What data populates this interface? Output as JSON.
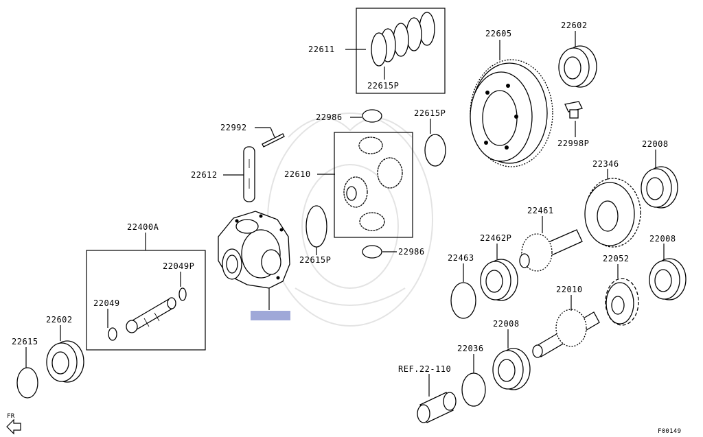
{
  "diagram": {
    "parts": {
      "p22611": "22611",
      "p22615P_top": "22615P",
      "p22605": "22605",
      "p22602_top": "22602",
      "p22986_top": "22986",
      "p22615P_mid": "22615P",
      "p22992": "22992",
      "p22998P": "22998P",
      "p22612": "22612",
      "p22610": "22610",
      "p22008_a": "22008",
      "p22346": "22346",
      "p22461": "22461",
      "p22400A": "22400A",
      "p22615P_low": "22615P",
      "p22986_low": "22986",
      "p22049P": "22049P",
      "p22462P": "22462P",
      "p22008_b": "22008",
      "p22463": "22463",
      "p22052": "22052",
      "p22049": "22049",
      "p22010": "22010",
      "p22602_low": "22602",
      "p22008_c": "22008",
      "p22615": "22615",
      "p22036": "22036",
      "ref": "REF.22-110"
    },
    "direction_label": "FR",
    "figure_code": "F00149",
    "highlight_color": "#9fa8d8"
  }
}
